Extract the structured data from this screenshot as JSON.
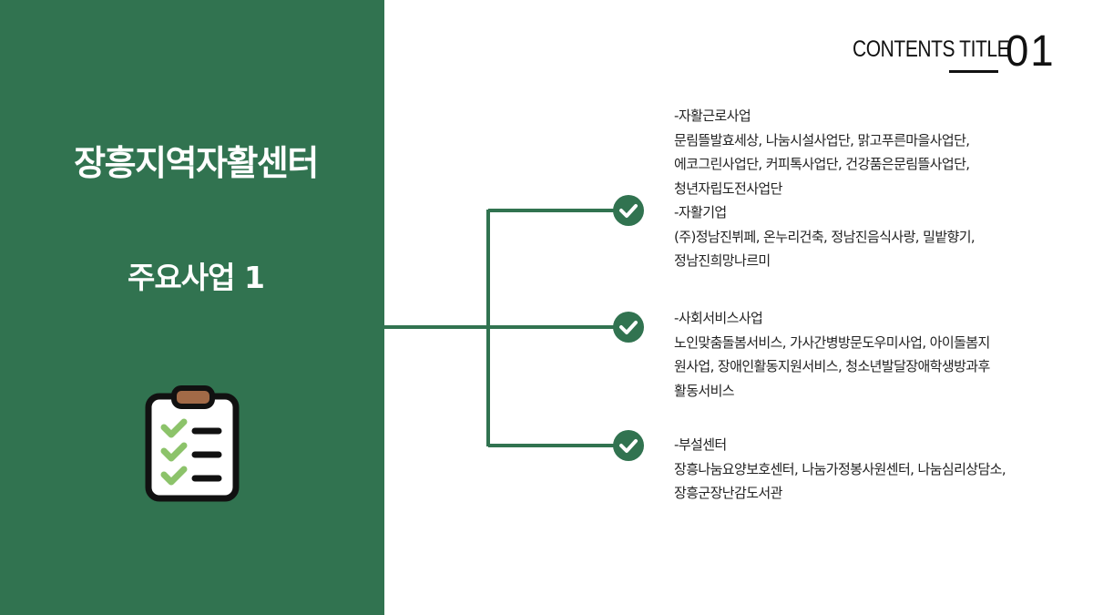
{
  "left": {
    "title": "장흥지역자활센터",
    "subtitle": "주요사업 1",
    "icon": "clipboard-checklist-icon",
    "background": "#317350"
  },
  "header": {
    "title": "CONTENTS TITLE",
    "number": "01"
  },
  "accent_color": "#317350",
  "sections": [
    {
      "icon": "check-circle-icon",
      "lines": [
        "-자활근로사업",
        "문림뜰발효세상, 나눔시설사업단, 맑고푸른마을사업단,",
        "에코그린사업단, 커피톡사업단, 건강품은문림뜰사업단,",
        "청년자립도전사업단",
        "-자활기업",
        "(주)정남진뷔페, 온누리건축, 정남진음식사랑, 밀밭향기,",
        "정남진희망나르미"
      ]
    },
    {
      "icon": "check-circle-icon",
      "lines": [
        "-사회서비스사업",
        "노인맞춤돌봄서비스, 가사간병방문도우미사업, 아이돌봄지",
        "원사업, 장애인활동지원서비스, 청소년발달장애학생방과후",
        "활동서비스"
      ]
    },
    {
      "icon": "check-circle-icon",
      "lines": [
        "-부설센터",
        "장흥나눔요양보호센터, 나눔가정봉사원센터, 나눔심리상담소,",
        "장흥군장난감도서관"
      ]
    }
  ]
}
